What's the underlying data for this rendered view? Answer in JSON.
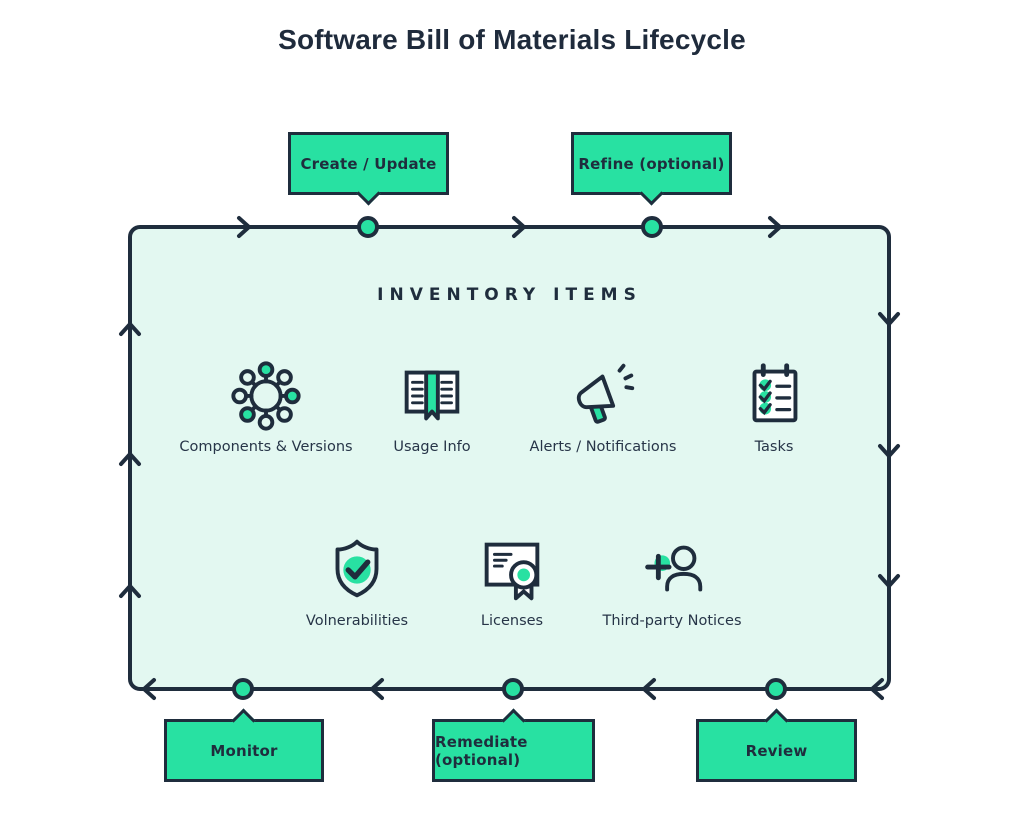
{
  "title": "Software Bill of Materials Lifecycle",
  "colors": {
    "green": "#28e1a2",
    "navy": "#1f2d3d",
    "mint_panel": "#e3f8f1",
    "background": "#ffffff"
  },
  "stages": {
    "create_update": "Create / Update",
    "refine": "Refine (optional)",
    "monitor": "Monitor",
    "remediate": "Remediate (optional)",
    "review": "Review"
  },
  "inventory": {
    "title": "INVENTORY ITEMS",
    "items": [
      {
        "label": "Components & Versions",
        "icon": "components-versions-icon"
      },
      {
        "label": "Usage Info",
        "icon": "usage-info-icon"
      },
      {
        "label": "Alerts / Notifications",
        "icon": "alerts-notifications-icon"
      },
      {
        "label": "Tasks",
        "icon": "tasks-icon"
      },
      {
        "label": "Volnerabilities",
        "icon": "vulnerabilities-icon"
      },
      {
        "label": "Licenses",
        "icon": "licenses-icon"
      },
      {
        "label": "Third-party Notices",
        "icon": "third-party-notices-icon"
      }
    ]
  }
}
